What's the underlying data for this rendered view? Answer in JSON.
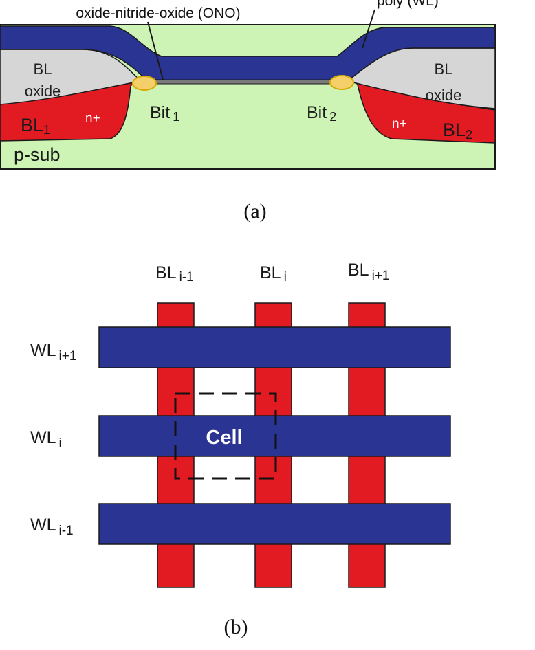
{
  "colors": {
    "poly": "#2a3593",
    "oxide": "#d6d6d6",
    "n_plus": "#e21b23",
    "substrate": "#cdf3b5",
    "bit": "#f4cf6a",
    "bit_outline": "#d9a900",
    "nitride": "#7a7a7a",
    "outline": "#1a1a1a",
    "bitline": "#e21b23",
    "wordline": "#2a3593"
  },
  "panel_a": {
    "label_ono": "oxide-nitride-oxide (ONO)",
    "label_poly": "poly (WL)",
    "bl_oxide_left": [
      "BL",
      "oxide"
    ],
    "bl_oxide_right": [
      "BL",
      "oxide"
    ],
    "bl1": {
      "main": "BL",
      "sub": "1"
    },
    "bl2": {
      "main": "BL",
      "sub": "2"
    },
    "n_plus_left": "n+",
    "n_plus_right": "n+",
    "bit1": {
      "main": "Bit",
      "sub": "1"
    },
    "bit2": {
      "main": "Bit",
      "sub": "2"
    },
    "substrate": "p-sub",
    "caption": "(a)"
  },
  "panel_b": {
    "bitlines": [
      {
        "main": "BL",
        "sub": "i-1"
      },
      {
        "main": "BL",
        "sub": "i"
      },
      {
        "main": "BL",
        "sub": "i+1"
      }
    ],
    "wordlines": [
      {
        "main": "WL",
        "sub": "i+1"
      },
      {
        "main": "WL",
        "sub": "i"
      },
      {
        "main": "WL",
        "sub": "i-1"
      }
    ],
    "cell_label": "Cell",
    "caption": "(b)"
  }
}
